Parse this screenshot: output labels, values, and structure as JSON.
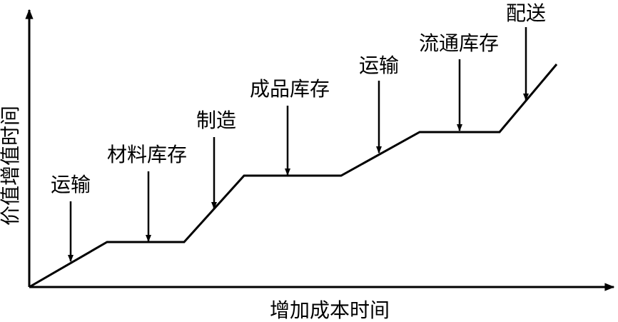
{
  "axes": {
    "y_label": "价值增值时间",
    "x_label": "增加成本时间"
  },
  "stages": [
    {
      "label": "运输"
    },
    {
      "label": "材料库存"
    },
    {
      "label": "制造"
    },
    {
      "label": "成品库存"
    },
    {
      "label": "运输"
    },
    {
      "label": "流通库存"
    },
    {
      "label": "配送"
    }
  ],
  "colors": {
    "stroke": "#000000",
    "background": "#ffffff"
  }
}
